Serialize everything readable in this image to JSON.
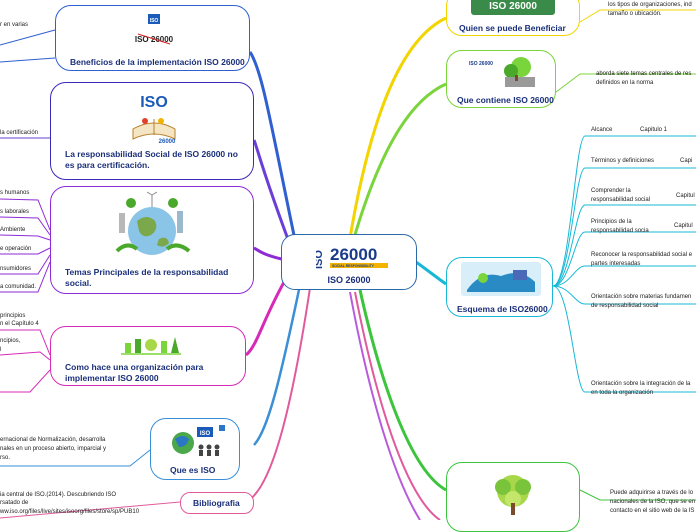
{
  "center": {
    "title": "ISO 26000",
    "logo_iso": "ISO",
    "logo_num": "26000",
    "logo_sub": "SOCIAL RESPONSIBILITY"
  },
  "left": {
    "beneficios": {
      "title": "Beneficios de la implementación ISO 26000",
      "logo": "ISO 26000",
      "notes": [
        "r en varias"
      ]
    },
    "certificacion": {
      "title_1": "La responsabilidad Social de ISO 26000 no",
      "title_2": "es para certificación.",
      "logo_iso": "ISO",
      "logo_num": "26000",
      "notes": [
        "la certificación"
      ]
    },
    "temas": {
      "title_1": "Temas Principales de la responsabilidad",
      "title_2": "social.",
      "notes": [
        "s humanos",
        "s laborales",
        "Ambiente",
        "e operación",
        "nsumidores",
        "a comunidad."
      ]
    },
    "implementar": {
      "title_1": "Como hace una organización para",
      "title_2": "implementar ISO 26000",
      "notes": [
        "principios",
        "n el Capítulo 4",
        "ncipios,",
        "l"
      ]
    },
    "quees": {
      "title": "Que es ISO",
      "logo_iso": "ISO",
      "notes": [
        "ernacional de Normalización, desarrolla",
        "nales en un proceso abierto, imparcial y",
        "rso."
      ]
    },
    "bibliografia": {
      "title": "Bibliografia",
      "notes": [
        "ia central de ISO.(2014). Descubriendo ISO",
        "rsatado de",
        "ww.iso.org/files/live/sites/isoorg/files/store/sp/PUB10"
      ]
    }
  },
  "right": {
    "beneficiar": {
      "title": "Quien se puede Beneficiar",
      "logo": "ISO 26000",
      "notes": [
        "los tipos de organizaciones, ind",
        "tamaño o ubicación."
      ]
    },
    "contiene": {
      "title": "Que contiene ISO 26000",
      "logo": "ISO 26000",
      "notes": [
        "aborda siete temas centrales de res",
        "definidos en la norma"
      ]
    },
    "esquema": {
      "title": "Esquema de ISO26000",
      "items": [
        {
          "label_1": "Alcance",
          "label_2": "",
          "cap": "Capitulo 1"
        },
        {
          "label_1": "Términos y definiciones",
          "label_2": "",
          "cap": "Capi"
        },
        {
          "label_1": "Comprender la",
          "label_2": "responsabilidad social",
          "cap": "Capitul"
        },
        {
          "label_1": "Principios de la",
          "label_2": "responsabilidad socia",
          "cap": "Capitul"
        },
        {
          "label_1": "Reconocer la responsabilidad social e",
          "label_2": "partes interesadas",
          "cap": ""
        },
        {
          "label_1": "Orientación sobre materias fundamen",
          "label_2": "de responsabilidad social",
          "cap": ""
        },
        {
          "label_1": "Orientación sobre la integración de la",
          "label_2": "en toda la organización",
          "cap": ""
        }
      ]
    },
    "adquirir": {
      "notes": [
        "Puede adquirirse a través de lo",
        "nacionales de la ISO, que se en",
        "contacto en el sitio web de la IS"
      ]
    }
  },
  "colors": {
    "center_border": "#2a6aa8",
    "branch_blue": "#3b6fd6",
    "branch_purple": "#8e2bd6",
    "branch_magenta": "#d62bb6",
    "branch_yellow": "#f2d400",
    "branch_green": "#3cc43c",
    "branch_cyan": "#17b8d6",
    "title_text": "#1a2f7a"
  }
}
